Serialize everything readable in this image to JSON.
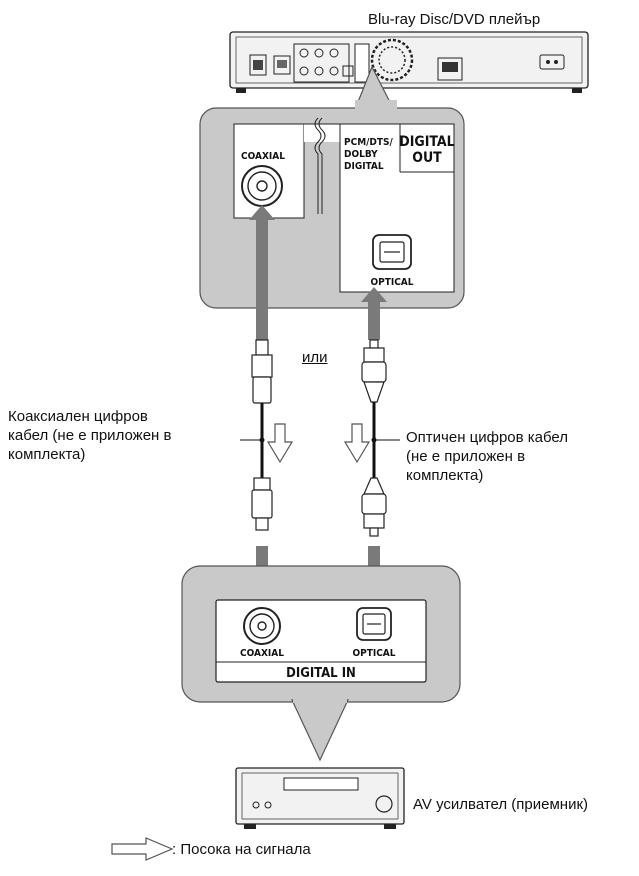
{
  "labels": {
    "player": "Blu-ray Disc/DVD плейър",
    "or": "или",
    "coaxial_cable": [
      "Коаксиален цифров",
      "кабел (не е приложен в",
      "комплекта)"
    ],
    "optical_cable": [
      "Оптичен цифров кабел",
      "(не е приложен в",
      "комплекта)"
    ],
    "amplifier": "AV усилвател (приемник)",
    "legend": ": Посока на сигнала"
  },
  "player_panel": {
    "coaxial": "COAXIAL",
    "pcm_lines": [
      "PCM/DTS/",
      "DOLBY",
      "DIGITAL"
    ],
    "digital_out": [
      "DIGITAL",
      "OUT"
    ],
    "optical": "OPTICAL"
  },
  "receiver_panel": {
    "coaxial": "COAXIAL",
    "optical": "OPTICAL",
    "digital_in": "DIGITAL IN"
  },
  "colors": {
    "panel_fill": "#c9c9c9",
    "panel_stroke": "#555555",
    "arrow": "#7a7a7a",
    "device": "#f2f2f2"
  }
}
